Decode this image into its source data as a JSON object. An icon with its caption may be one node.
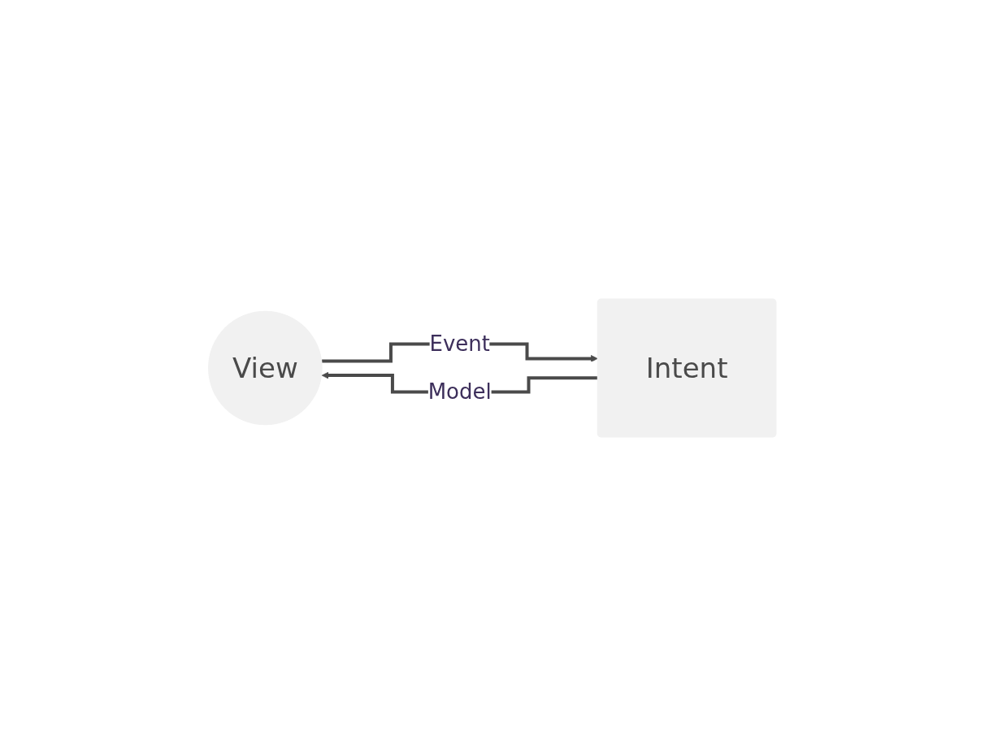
{
  "diagram": {
    "nodes": [
      {
        "text": [
          "View"
        ]
      },
      {
        "text": [
          "Intent"
        ]
      }
    ],
    "edges": [
      {
        "from": 0,
        "to": 1,
        "label": "Event",
        "arrow": "to"
      },
      {
        "from": 1,
        "to": 0,
        "label": "Model",
        "arrow": "to"
      }
    ]
  }
}
